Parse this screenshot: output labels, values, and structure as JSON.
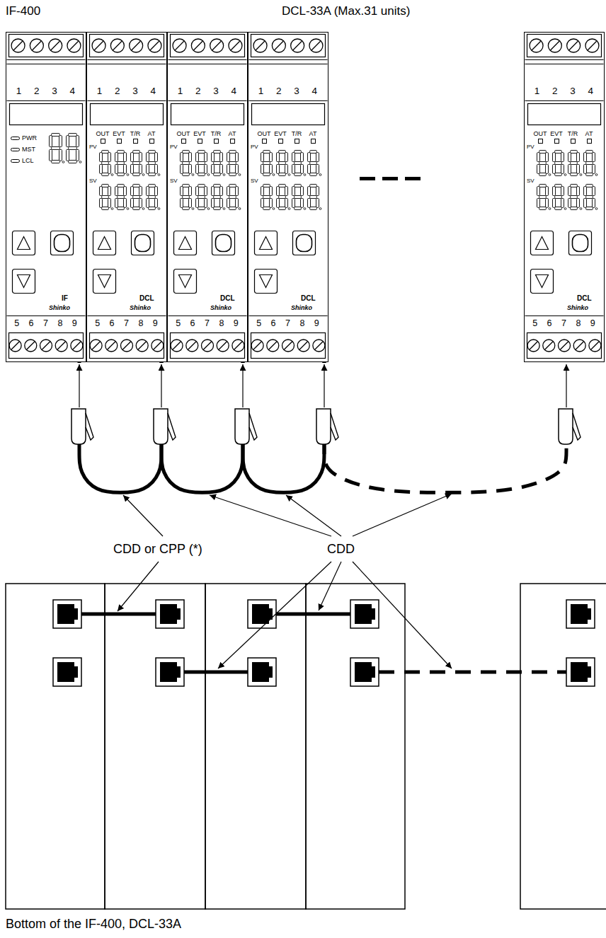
{
  "diagram": {
    "nodes": [
      {
        "text": [
          "1 2 3 4",
          "PWR",
          "MST",
          "LCL",
          "IF",
          "Shinko",
          "5 6 7 8 9"
        ]
      },
      {
        "text": [
          "1 2 3 4",
          "OUT",
          "EVT",
          "T/R",
          "AT",
          "PV",
          "SV",
          "DCL",
          "Shinko",
          "5 6 7 8 9"
        ]
      },
      {
        "text": [
          "1 2 3 4",
          "OUT",
          "EVT",
          "T/R",
          "AT",
          "PV",
          "SV",
          "DCL",
          "Shinko",
          "5 6 7 8 9"
        ]
      },
      {
        "text": [
          "1 2 3 4",
          "OUT",
          "EVT",
          "T/R",
          "AT",
          "PV",
          "SV",
          "DCL",
          "Shinko",
          "5 6 7 8 9"
        ]
      },
      {
        "text": [
          "1 2 3 4",
          "OUT",
          "EVT",
          "T/R",
          "AT",
          "PV",
          "SV",
          "DCL",
          "Shinko",
          "5 6 7 8 9"
        ]
      }
    ],
    "edges": [
      {
        "from": 0,
        "to": 1,
        "arrow": "none"
      },
      {
        "from": 1,
        "to": 2,
        "arrow": "none"
      },
      {
        "from": 2,
        "to": 3,
        "arrow": "none"
      },
      {
        "from": 3,
        "to": 4,
        "arrow": "none"
      }
    ],
    "labels": [
      "IF-400",
      "DCL-33A (Max.31 units)",
      "CDD or CPP (*)",
      "CDD",
      "Bottom of the IF-400, DCL-33A"
    ]
  }
}
